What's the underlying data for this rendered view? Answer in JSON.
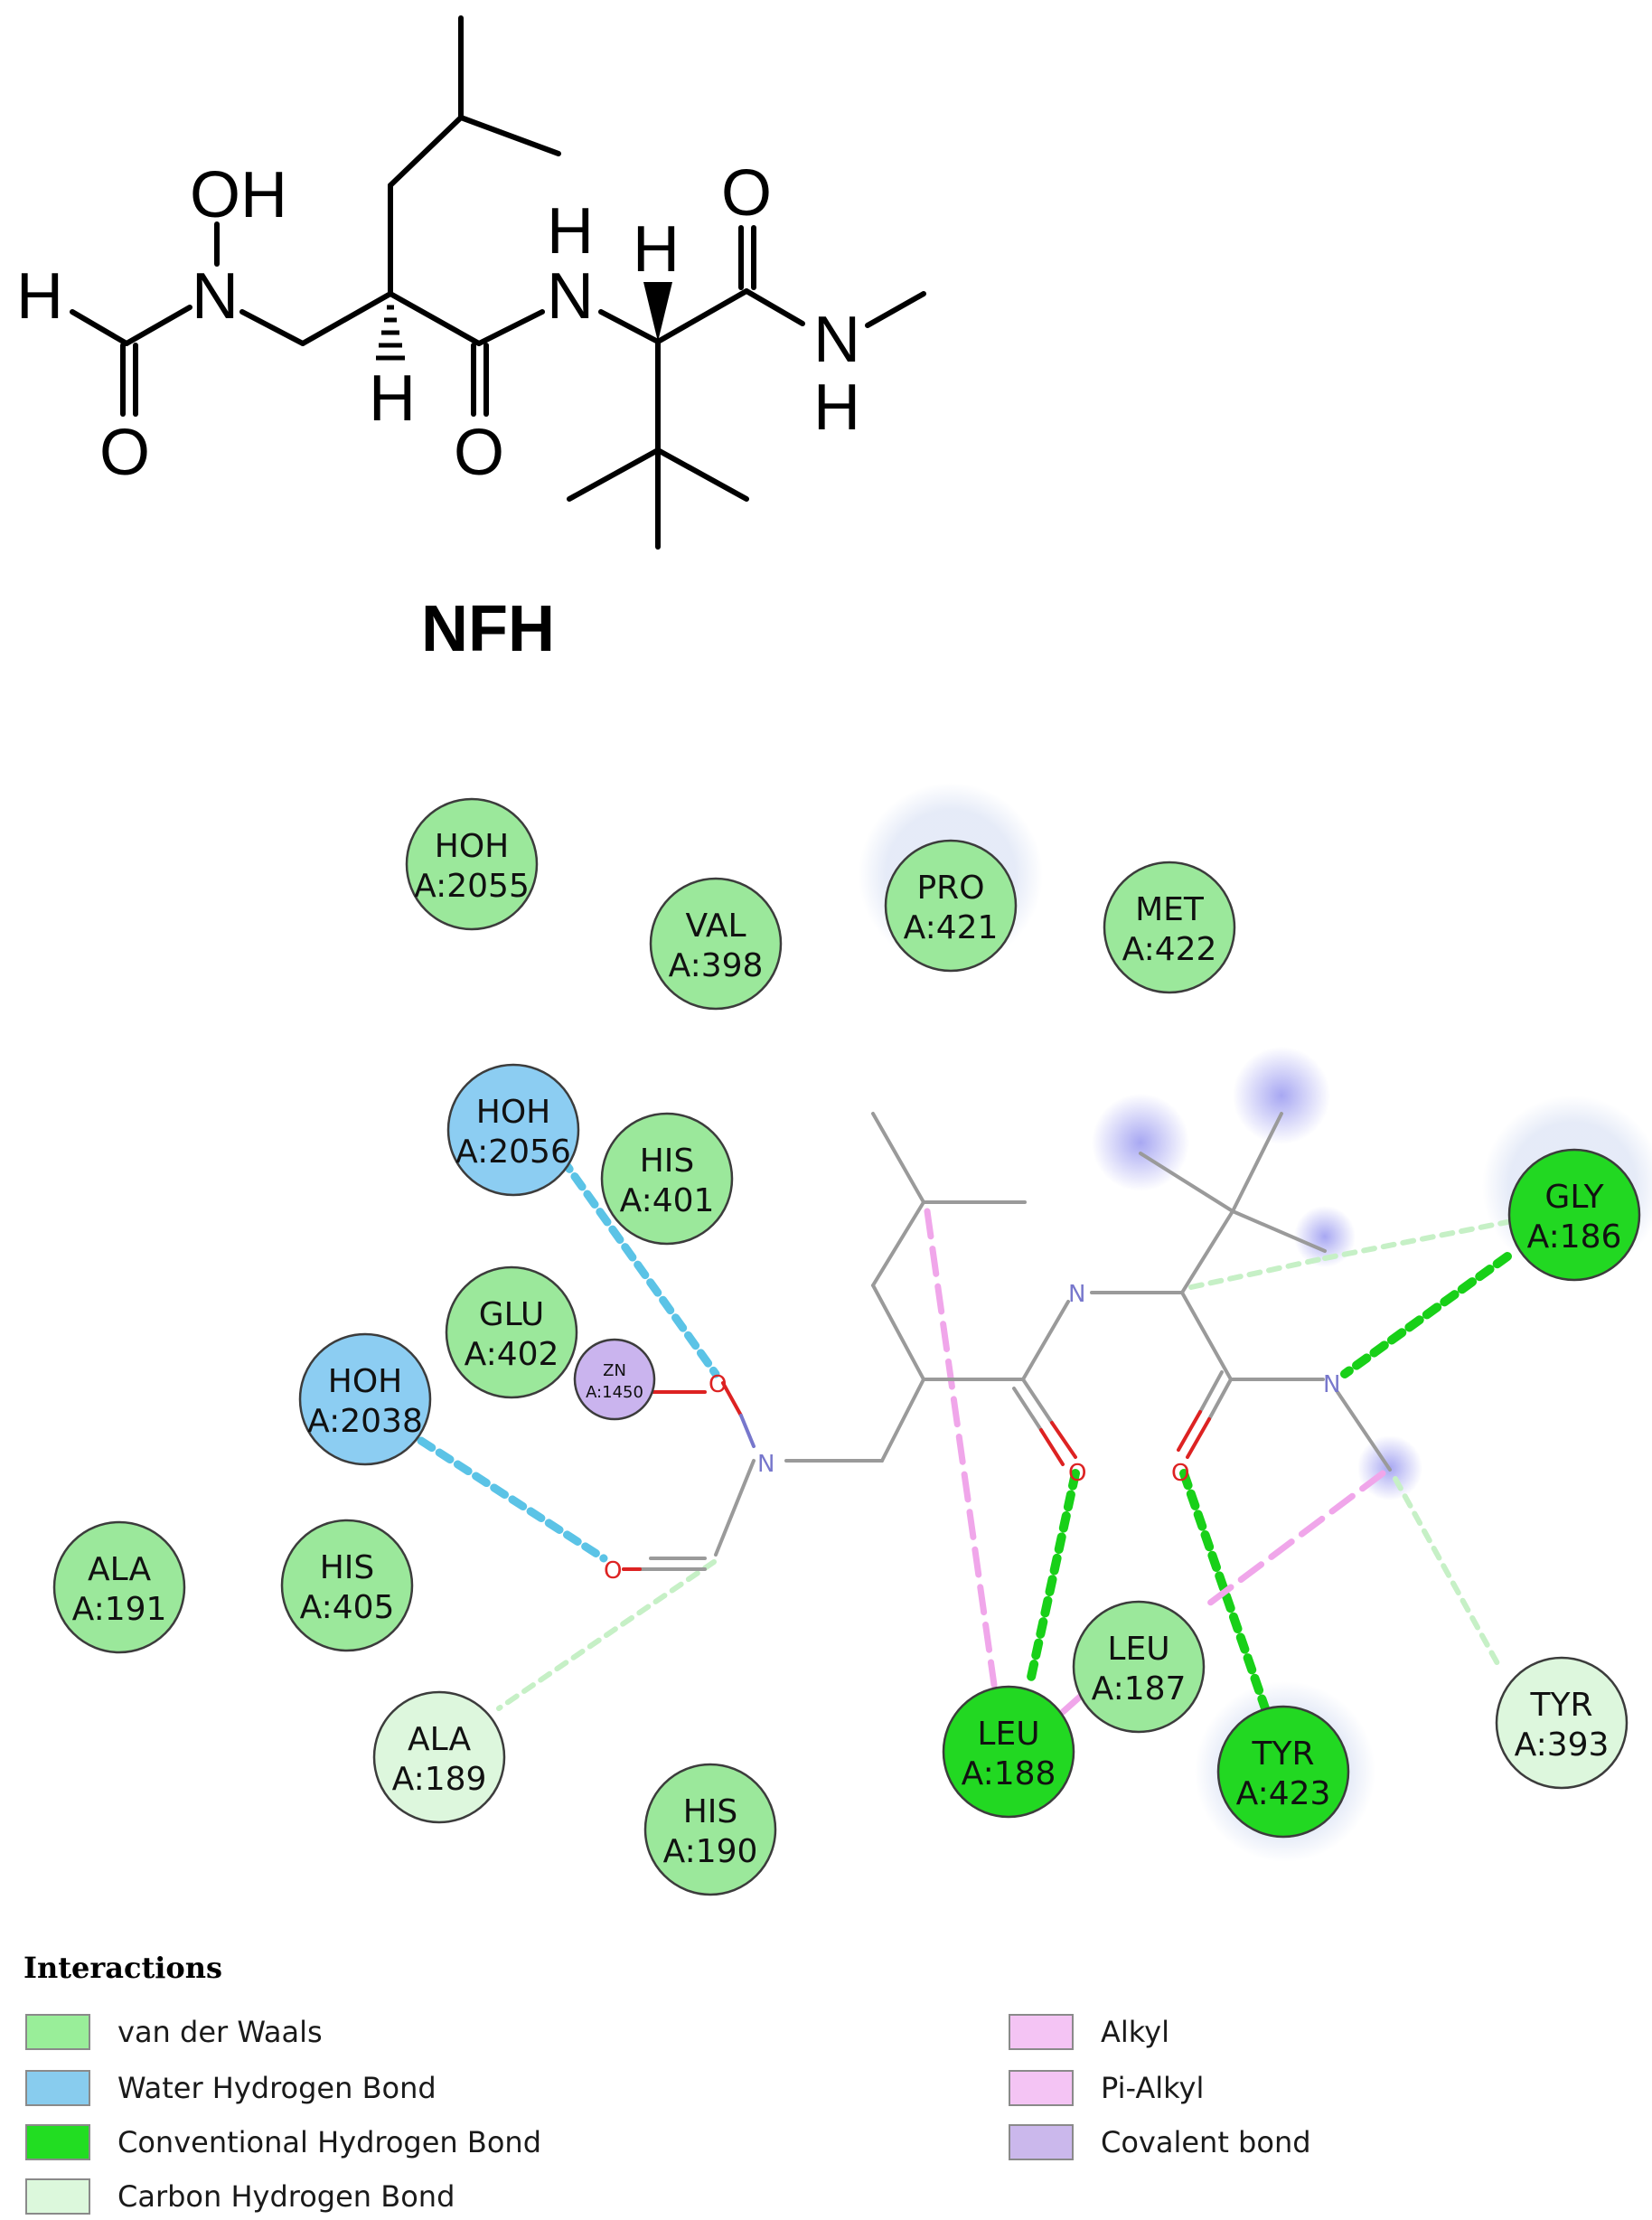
{
  "compound": {
    "name": "NFH",
    "atoms": {
      "O": "O",
      "H": "H",
      "N": "N",
      "OH": "OH"
    }
  },
  "diagram_atoms": {
    "N": "N",
    "O": "O"
  },
  "residues": [
    {
      "id": "hoh2055",
      "name": "HOH",
      "num": "A:2055",
      "type": "vdw"
    },
    {
      "id": "val398",
      "name": "VAL",
      "num": "A:398",
      "type": "vdw"
    },
    {
      "id": "pro421",
      "name": "PRO",
      "num": "A:421",
      "type": "vdw"
    },
    {
      "id": "met422",
      "name": "MET",
      "num": "A:422",
      "type": "vdw"
    },
    {
      "id": "hoh2056",
      "name": "HOH",
      "num": "A:2056",
      "type": "water"
    },
    {
      "id": "his401",
      "name": "HIS",
      "num": "A:401",
      "type": "vdw"
    },
    {
      "id": "gly186",
      "name": "GLY",
      "num": "A:186",
      "type": "hbond"
    },
    {
      "id": "glu402",
      "name": "GLU",
      "num": "A:402",
      "type": "vdw"
    },
    {
      "id": "zn1450",
      "name": "ZN",
      "num": "A:1450",
      "type": "covalent"
    },
    {
      "id": "hoh2038",
      "name": "HOH",
      "num": "A:2038",
      "type": "water"
    },
    {
      "id": "ala191",
      "name": "ALA",
      "num": "A:191",
      "type": "vdw"
    },
    {
      "id": "his405",
      "name": "HIS",
      "num": "A:405",
      "type": "vdw"
    },
    {
      "id": "leu187",
      "name": "LEU",
      "num": "A:187",
      "type": "vdw"
    },
    {
      "id": "tyr393",
      "name": "TYR",
      "num": "A:393",
      "type": "carbon"
    },
    {
      "id": "ala189",
      "name": "ALA",
      "num": "A:189",
      "type": "carbon"
    },
    {
      "id": "leu188",
      "name": "LEU",
      "num": "A:188",
      "type": "hbond"
    },
    {
      "id": "tyr423",
      "name": "TYR",
      "num": "A:423",
      "type": "hbond"
    },
    {
      "id": "his190",
      "name": "HIS",
      "num": "A:190",
      "type": "vdw"
    }
  ],
  "legend": {
    "title": "Interactions",
    "items": [
      {
        "label": "van der Waals",
        "color": "#99ee99"
      },
      {
        "label": "Water Hydrogen Bond",
        "color": "#88ccee"
      },
      {
        "label": "Conventional Hydrogen Bond",
        "color": "#22dd22"
      },
      {
        "label": "Carbon Hydrogen Bond",
        "color": "#dcf8dc"
      },
      {
        "label": "Alkyl",
        "color": "#f4c4f4"
      },
      {
        "label": "Pi-Alkyl",
        "color": "#f4c4f4"
      },
      {
        "label": "Covalent bond",
        "color": "#cbb8ec"
      }
    ]
  },
  "colors": {
    "vdw": "#9be89b",
    "water": "#8ccdf2",
    "hbond": "#22d822",
    "carbon": "#ddf7dd",
    "covalent": "#cab4ee",
    "water_line": "#5bc3e6",
    "hbond_line": "#18d018",
    "carbon_line": "#bdeebd",
    "alkyl_line": "#f0a6ea",
    "ligand_bond": "#9a9a9a",
    "ligand_n": "#7777cc",
    "ligand_o": "#dd2222"
  }
}
